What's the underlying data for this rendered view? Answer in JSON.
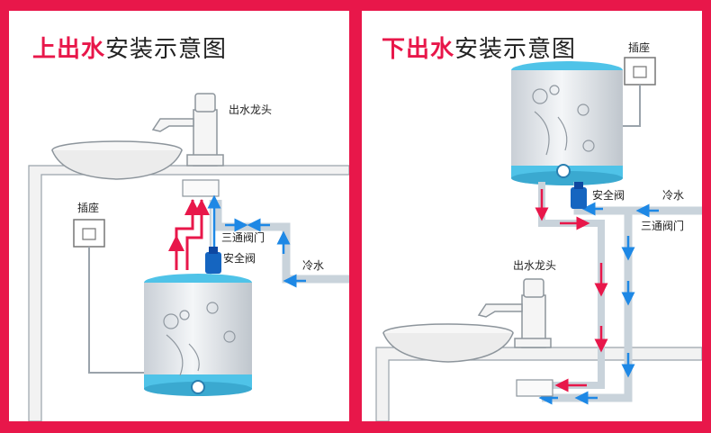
{
  "colors": {
    "background": "#e8174a",
    "hot": "#e8174a",
    "cold": "#1e88e5",
    "tank_body": "#d8dde2",
    "tank_band": "#4fc3e8"
  },
  "left_panel": {
    "title_highlight": "上出水",
    "title_rest": "安装示意图",
    "faucet_label": "出水龙头",
    "socket_label": "插座",
    "three_way_valve_label": "三通阀门",
    "safety_valve_label": "安全阀",
    "cold_water_label": "冷水"
  },
  "right_panel": {
    "title_highlight": "下出水",
    "title_rest": "安装示意图",
    "socket_label": "插座",
    "safety_valve_label": "安全阀",
    "cold_water_label": "冷水",
    "three_way_valve_label": "三通阀门",
    "faucet_label": "出水龙头"
  },
  "icons": [
    "faucet-icon",
    "basin-icon",
    "wall-socket-icon",
    "water-heater-icon",
    "safety-valve-icon",
    "three-way-valve-icon",
    "flow-arrow-icon"
  ]
}
